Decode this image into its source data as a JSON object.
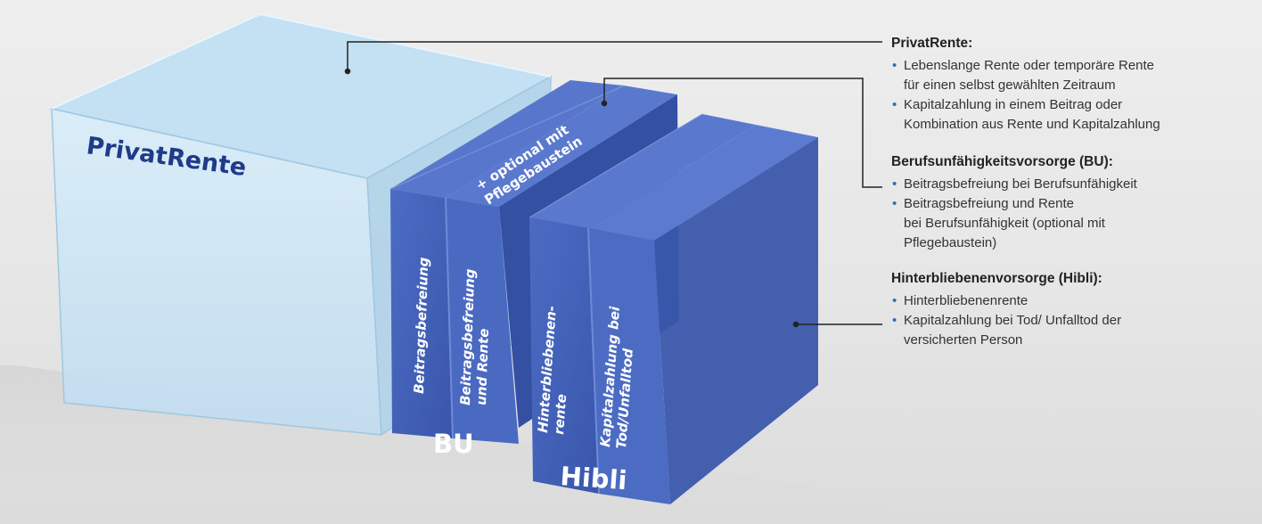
{
  "boxes": {
    "privat_label": "PrivatRente",
    "bu_label": "BU",
    "hibli_label": "Hibli",
    "bu_top_label_1": "+ optional mit",
    "bu_top_label_2": "Pflegebaustein",
    "strip_1": "Beitragsbefreiung",
    "strip_2_line1": "Beitragsbefreiung",
    "strip_2_line2": "und Rente",
    "strip_3_line1": "Hinterbliebenen-",
    "strip_3_line2": "rente",
    "strip_4_line1": "Kapitalzahlung bei",
    "strip_4_line2": "Tod/Unfalltod"
  },
  "legend": [
    {
      "title": "PrivatRente:",
      "items": [
        "Lebenslange Rente oder temporäre Rente\nfür einen selbst gewählten Zeitraum",
        "Kapitalzahlung in einem Beitrag oder\nKombination aus Rente und Kapitalzahlung"
      ]
    },
    {
      "title": "Berufsunfähigkeitsvorsorge (BU):",
      "items": [
        "Beitragsbefreiung bei Berufsunfähigkeit",
        "Beitragsbefreiung und Rente\nbei Berufsunfähigkeit (optional mit\nPflegebaustein)"
      ]
    },
    {
      "title": "Hinterbliebenenvorsorge (Hibli):",
      "items": [
        "Hinterbliebenenrente",
        "Kapitalzahlung bei Tod/ Unfalltod der\nversicherten Person"
      ]
    }
  ],
  "colors": {
    "privat_fill": "#cfe6f5",
    "bu_fill": "#3f5fb5",
    "accent": "#2a6fba",
    "box_text": "#1f3b88"
  }
}
